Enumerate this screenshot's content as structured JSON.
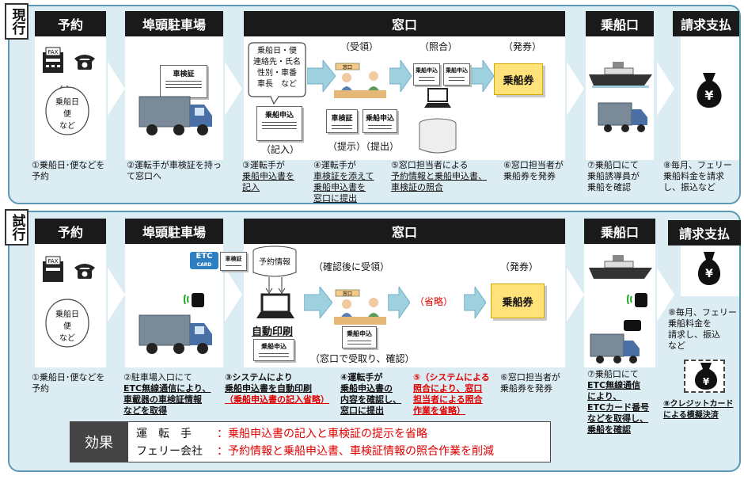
{
  "current": {
    "tab": "現行",
    "heads": {
      "reserve": "予約",
      "parking": "埠頭駐車場",
      "window": "窓口",
      "boarding": "乗船口",
      "billing": "請求支払"
    },
    "bubble_reserve": [
      "乗船日",
      "便",
      "など"
    ],
    "fax_label": "FAX",
    "doc_shaken": "車検証",
    "callout": [
      "乗船日・便",
      "連絡先・氏名",
      "性別・車番",
      "車長　など"
    ],
    "doc_form": "乗船申込",
    "stage_labels": {
      "receive": "（受領）",
      "check": "（照合）",
      "issue": "（発券）"
    },
    "counter_sign": "窓口",
    "ticket": "乗船券",
    "sub_labels": {
      "fill": "（記入）",
      "present": "（提示）（提出）"
    },
    "steps": {
      "s1": [
        "①乗船日･便などを予約"
      ],
      "s2": [
        "②運転手が車検証を持って窓口へ"
      ],
      "s3": [
        "③運転手が",
        "乗船申込書を",
        "記入"
      ],
      "s4": [
        "④運転手が",
        "車検証を添えて",
        "乗船申込書を",
        "窓口に提出"
      ],
      "s5": [
        "⑤窓口担当者による",
        "予約情報と乗船申込書、",
        "車検証の照合"
      ],
      "s6": [
        "⑥窓口担当者が",
        "乗船券を発券"
      ],
      "s7": [
        "⑦乗船口にて",
        "乗船誘導員が",
        "乗船を確認"
      ],
      "s8": [
        "⑧毎月、フェリー",
        "乗船料金を請求",
        "し、振込など"
      ]
    }
  },
  "trial": {
    "tab": "試行",
    "heads": {
      "reserve": "予約",
      "parking": "埠頭駐車場",
      "window": "窓口",
      "boarding": "乗船口",
      "billing": "請求支払"
    },
    "bubble_reserve": [
      "乗船日",
      "便",
      "など"
    ],
    "fax_label": "FAX",
    "etc_label": "ETC",
    "etc_card": "CARD",
    "doc_shaken": "車検証",
    "db_label": "予約情報",
    "auto_print": "自動印刷",
    "doc_form": "乗船申込",
    "stage_labels": {
      "confirm": "（確認後に受領）",
      "issue": "（発券）",
      "omit": "（省略）"
    },
    "counter_sign": "窓口",
    "window_receive": "（窓口で受取り、確認）",
    "ticket": "乗船券",
    "steps": {
      "s1": [
        "①乗船日･便などを予約"
      ],
      "s2": [
        "②駐車場入口にて",
        "ETC無線通信により、",
        "車載器の車検証情報",
        "などを取得"
      ],
      "s3a": [
        "③システムにより",
        "乗船申込書を自動印刷"
      ],
      "s3b": "（乗船申込書の記入省略）",
      "s4": [
        "④運転手が",
        "乗船申込書の",
        "内容を確認し、",
        "窓口に提出"
      ],
      "s5": [
        "⑤（システムによる",
        "照合により、窓口",
        "担当者による照合",
        "作業を省略）"
      ],
      "s6": [
        "⑥窓口担当者が",
        "乗船券を発券"
      ],
      "s7": [
        "⑦乗船口にて",
        "ETC無線通信",
        "により、",
        "ETCカード番号",
        "などを取得し、",
        "乗船を確認"
      ],
      "s8a": [
        "⑧毎月、フェリー",
        "乗船料金を",
        "請求し、振込",
        "など"
      ],
      "s8b": [
        "⑧クレジットカード",
        "による模擬決済"
      ]
    }
  },
  "effect": {
    "title": "効果",
    "rows": [
      {
        "who": "運　転　手",
        "what": "：乗船申込書の記入と車検証の提示を省略"
      },
      {
        "who": "フェリー会社",
        "what": "：予約情報と乗船申込書、車検証情報の照合作業を削減"
      }
    ]
  },
  "colors": {
    "panel": "#dcecf3",
    "panel_border": "#5a9ab4",
    "header": "#1a1a1a",
    "arrow": "#9fd0e0",
    "ticket": "#ffe27a",
    "red": "#e00000"
  },
  "icons": [
    "fax-icon",
    "phone-icon",
    "truck-icon",
    "document-icon",
    "ship-icon",
    "money-bag-icon",
    "laptop-icon",
    "database-icon",
    "counter-staff-icon",
    "etc-card-icon",
    "etc-device-icon"
  ]
}
